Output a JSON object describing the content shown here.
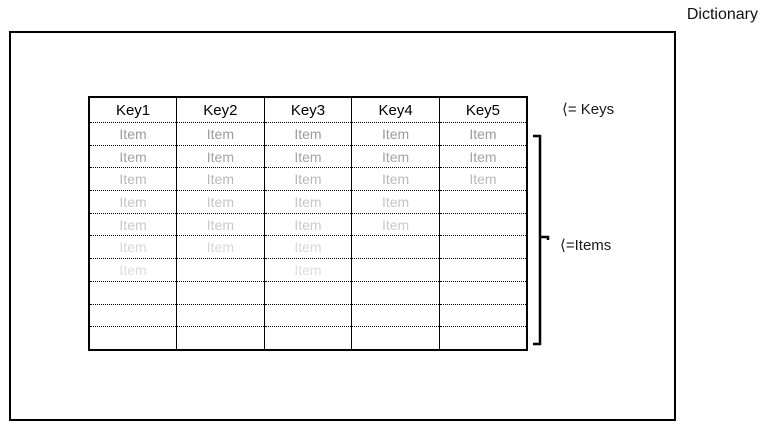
{
  "title": "Dictionary",
  "annotations": {
    "keys_label": "⟨= Keys",
    "items_label": "⟨=Items"
  },
  "table": {
    "columns": [
      "Key1",
      "Key2",
      "Key3",
      "Key4",
      "Key5"
    ],
    "rows": [
      {
        "cells": [
          "Item",
          "Item",
          "Item",
          "Item",
          "Item"
        ],
        "color": "#9b9b9b"
      },
      {
        "cells": [
          "Item",
          "Item",
          "Item",
          "Item",
          "Item"
        ],
        "color": "#a4a4a4"
      },
      {
        "cells": [
          "Item",
          "Item",
          "Item",
          "Item",
          "Item"
        ],
        "color": "#b9b9b9"
      },
      {
        "cells": [
          "Item",
          "Item",
          "Item",
          "Item",
          ""
        ],
        "color": "#c6c6c6"
      },
      {
        "cells": [
          "Item",
          "Item",
          "Item",
          "Item",
          ""
        ],
        "color": "#cacaca"
      },
      {
        "cells": [
          "Item",
          "Item",
          "Item",
          "",
          ""
        ],
        "color": "#d8d8d8"
      },
      {
        "cells": [
          "Item",
          "",
          "Item",
          "",
          ""
        ],
        "color": "#dddddd"
      },
      {
        "cells": [
          "",
          "",
          "",
          "",
          ""
        ],
        "color": "#e0e0e0"
      },
      {
        "cells": [
          "",
          "",
          "",
          "",
          ""
        ],
        "color": "#e0e0e0"
      },
      {
        "cells": [
          "",
          "",
          "",
          "",
          ""
        ],
        "color": "#e0e0e0"
      }
    ]
  },
  "colors": {
    "border": "#000000",
    "header_text": "#000000",
    "title_text": "#111111",
    "annotation_text": "#1a1a1a"
  }
}
